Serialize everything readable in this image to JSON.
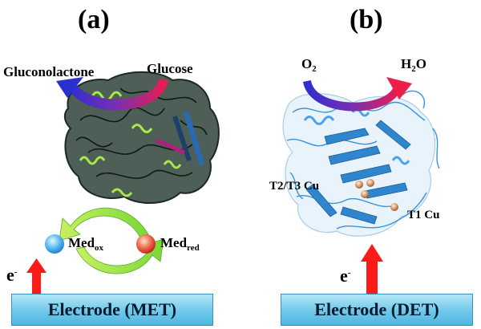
{
  "panel_a": {
    "label": "(a)",
    "product": "Gluconolactone",
    "substrate": "Glucose",
    "med_ox_base": "Med",
    "med_ox_sub": "ox",
    "med_red_base": "Med",
    "med_red_sub": "red",
    "electron_base": "e",
    "electron_sup": "-",
    "electrode": "Electrode (MET)"
  },
  "panel_b": {
    "label": "(b)",
    "reactant_base": "O",
    "reactant_sub": "2",
    "product_h": "H",
    "product_sub": "2",
    "product_o": "O",
    "site_t2t3": "T2/T3 Cu",
    "site_t1": "T1 Cu",
    "electron_base": "e",
    "electron_sup": "-",
    "electrode": "Electrode (DET)"
  },
  "colors": {
    "curve_arrow_start": "#2233cc",
    "curve_arrow_end": "#e8204a",
    "electron_arrow": "#ff1a1a",
    "cycle_arrow": "#88e03a",
    "electrode": "#6fc8ea",
    "enzyme_a_surface": "#4d5f57",
    "enzyme_b_ribbon": "#2f86cc",
    "copper_atom": "#d49060"
  }
}
